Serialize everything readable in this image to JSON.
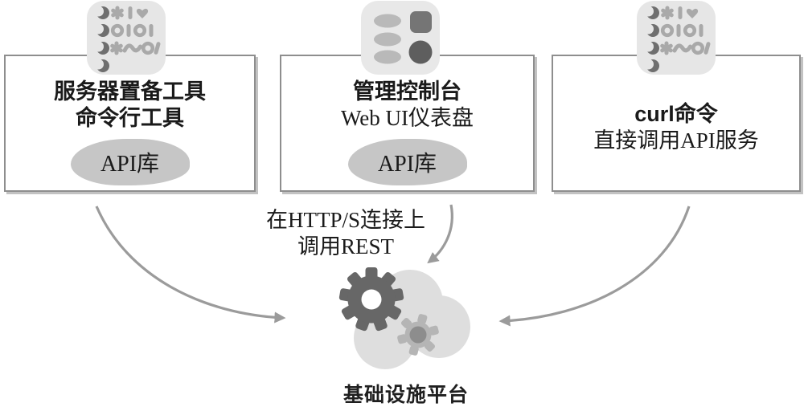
{
  "diagram": {
    "boxes": [
      {
        "icon": "code-listing-icon",
        "title_line1": "服务器置备工具",
        "title_line2": "命令行工具",
        "api_label": "API库"
      },
      {
        "icon": "dashboard-icon",
        "title_line1": "管理控制台",
        "title_line2": "Web UI仪表盘",
        "api_label": "API库"
      },
      {
        "icon": "code-listing-icon",
        "title_line1": "curl命令",
        "title_line2": "直接调用API服务"
      }
    ],
    "connection_note": {
      "line1": "在HTTP/S连接上",
      "line2": "调用REST"
    },
    "platform_label": "基础设施平台",
    "colors": {
      "box_border": "#8e8e8e",
      "box_shadow": "#c2c2c2",
      "icon_background": "#e6e6e6",
      "icon_glyph_light": "#a9a9a9",
      "icon_glyph_dark": "#6f6f6f",
      "dashboard_pill": "#b9b9b9",
      "dashboard_square": "#757575",
      "dashboard_circle": "#5e5e5e",
      "api_ellipse": "#c6c6c6",
      "arrow": "#9b9b9b",
      "cloud": "#dedede",
      "gear_large": "#676767",
      "gear_small_body": "#b5b5b5",
      "gear_small_center": "#8d8d8d",
      "text": "#1a1a1a"
    }
  }
}
